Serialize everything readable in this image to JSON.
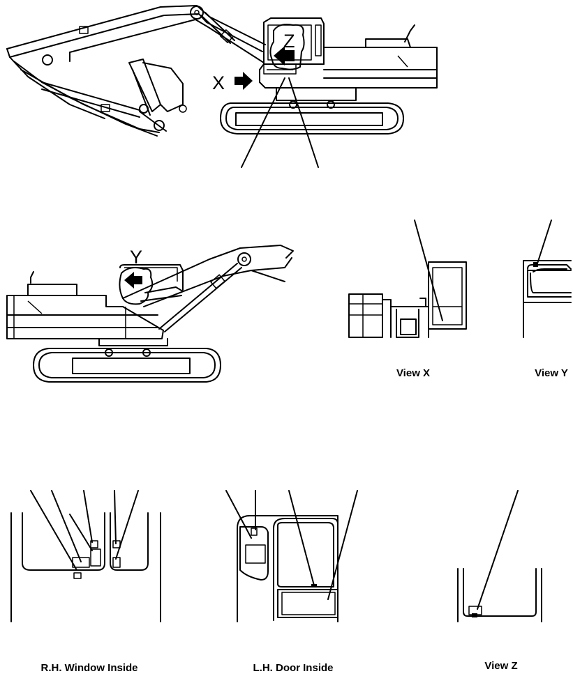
{
  "diagram": {
    "view_markers": {
      "x": "X",
      "y": "Y",
      "z": "Z"
    },
    "captions": {
      "view_x": "View X",
      "view_y": "View Y",
      "rh_window": "R.H. Window Inside",
      "lh_door": "L.H. Door Inside",
      "view_z": "View Z"
    },
    "icons": [
      "view-direction-arrow-icon"
    ]
  }
}
